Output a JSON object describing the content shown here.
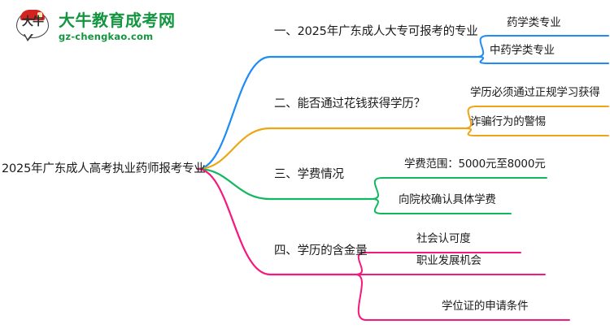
{
  "logo": {
    "mark_text": "大牛",
    "site_name": "大牛教育成考网",
    "domain": "gz-chengkao.com",
    "brand_color": "#13963f",
    "banner_color": "#d3231f"
  },
  "mindmap": {
    "root": {
      "label": "2025年广东成人高考执业药师报考专业"
    },
    "branches": [
      {
        "index": "1",
        "label": "一、2025年广东成人大专可报考的专业",
        "color": "#1f8cf5",
        "children": [
          {
            "label": "药学类专业"
          },
          {
            "label": "中药学类专业"
          }
        ]
      },
      {
        "index": "2",
        "label": "二、能否通过花钱获得学历？",
        "color": "#efa513",
        "children": [
          {
            "label": "学历必须通过正规学习获得"
          },
          {
            "label": "诈骗行为的警惕"
          }
        ]
      },
      {
        "index": "3",
        "label": "三、学费情况",
        "color": "#11b860",
        "children": [
          {
            "label": "学费范围：5000元至8000元"
          },
          {
            "label": "向院校确认具体学费"
          }
        ]
      },
      {
        "index": "4",
        "label": "四、学历的含金量",
        "color": "#f5187d",
        "children": [
          {
            "label": "社会认可度"
          },
          {
            "label": "职业发展机会"
          },
          {
            "label": "学位证的申请条件"
          }
        ]
      }
    ]
  }
}
